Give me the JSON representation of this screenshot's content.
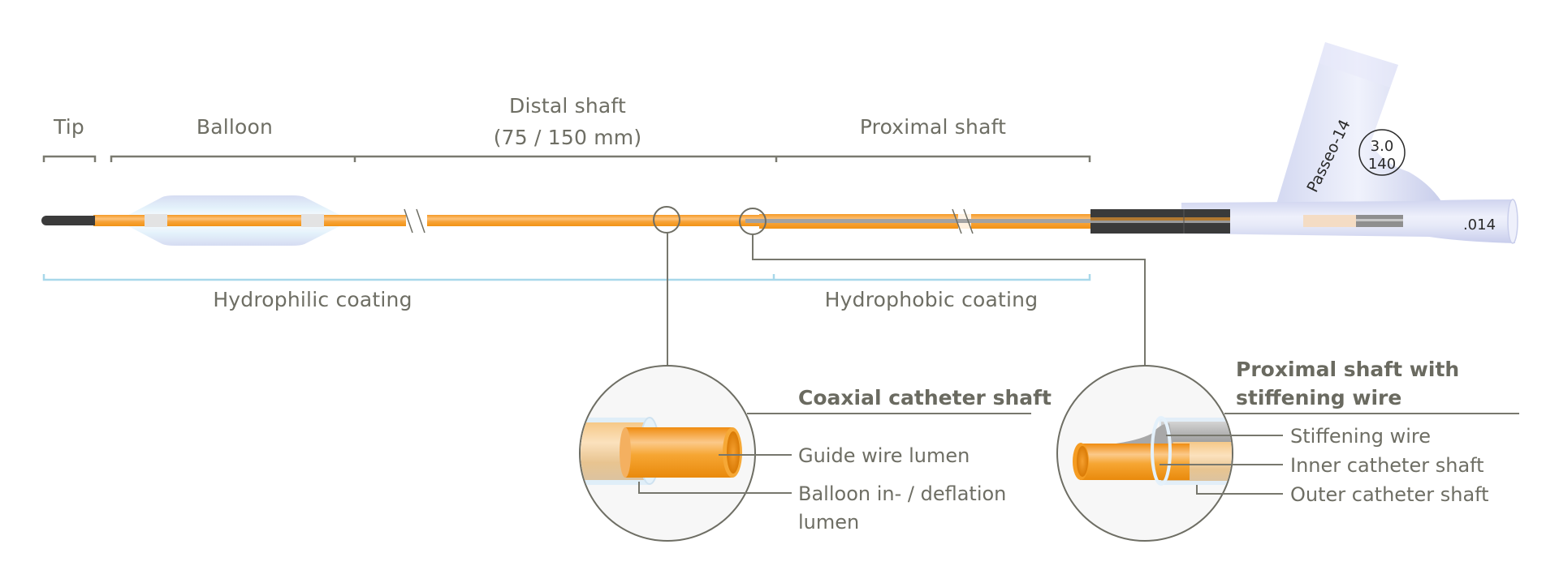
{
  "segments": {
    "tip": "Tip",
    "balloon": "Balloon",
    "distal_shaft_line1": "Distal shaft",
    "distal_shaft_line2": "(75 / 150 mm)",
    "proximal_shaft": "Proximal shaft"
  },
  "coatings": {
    "hydrophilic": "Hydrophilic coating",
    "hydrophobic": "Hydrophobic coating"
  },
  "hub": {
    "product_name": "Passeo-14",
    "size_line1": "3.0",
    "size_line2": "140",
    "guidewire_size": ".014"
  },
  "detail_coaxial": {
    "title": "Coaxial catheter shaft",
    "labels": [
      "Guide wire lumen",
      "Balloon in- / deflation",
      "lumen"
    ]
  },
  "detail_proximal": {
    "title_line1": "Proximal shaft with",
    "title_line2": "stiffening wire",
    "labels": [
      "Stiffening wire",
      "Inner catheter shaft",
      "Outer catheter shaft"
    ]
  },
  "colors": {
    "shaft_orange": "#f7a030",
    "text_gray": "#6e6e64",
    "coating_blue": "#a8d8ea",
    "tip_black": "#3a3a3a",
    "hub_lavender": "#d8dcf0"
  }
}
